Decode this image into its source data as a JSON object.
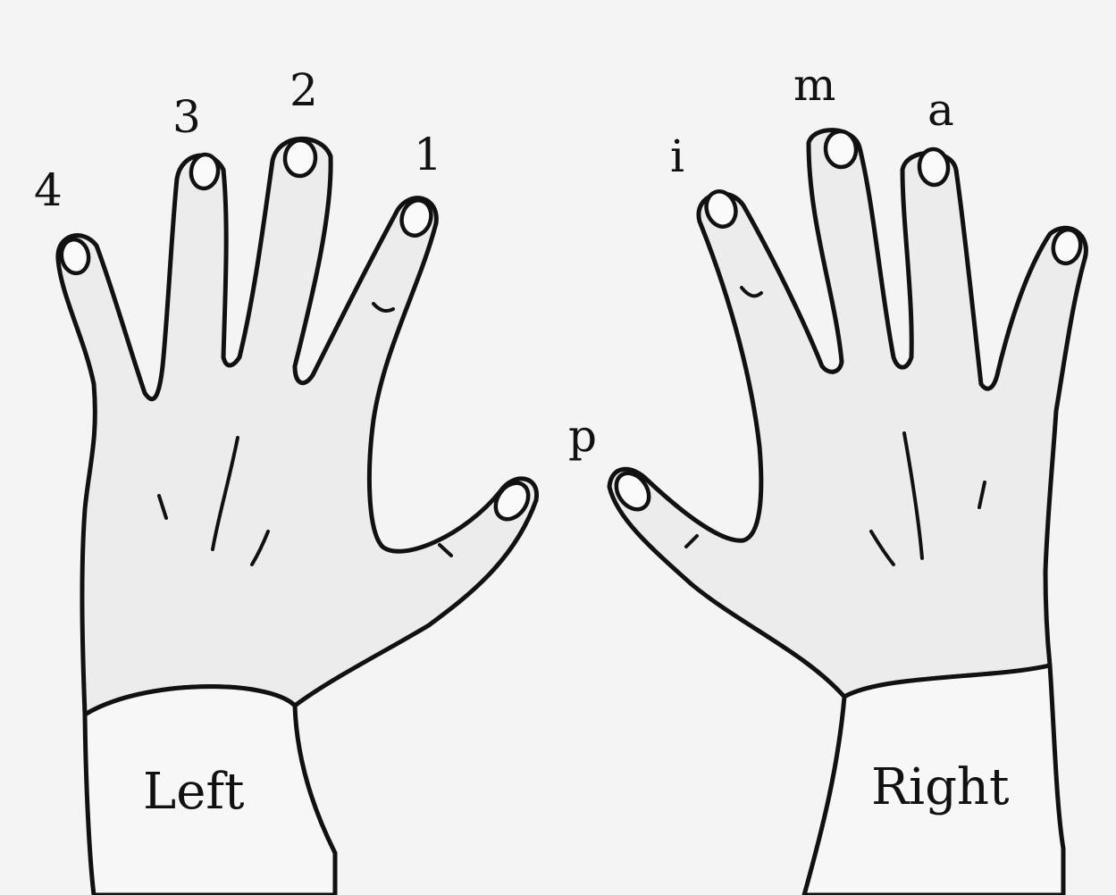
{
  "left_hand": {
    "name": "Left",
    "fingers": [
      "4",
      "3",
      "2",
      "1"
    ]
  },
  "right_hand": {
    "name": "Right",
    "fingers": [
      "i",
      "m",
      "a"
    ]
  },
  "thumb_label": "p"
}
